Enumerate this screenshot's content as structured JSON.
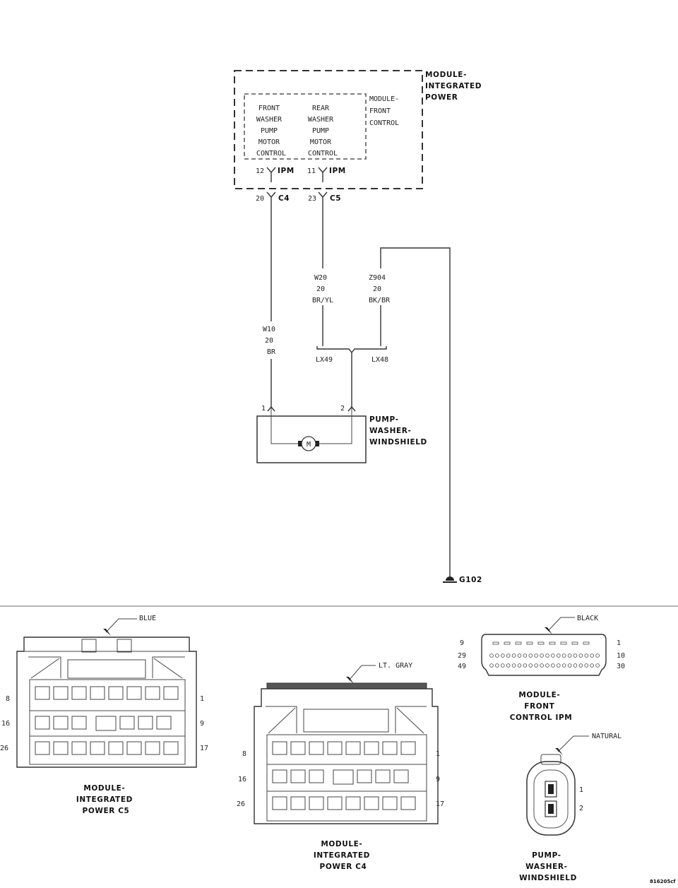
{
  "ipm": {
    "title_lines": [
      "MODULE-",
      "INTEGRATED",
      "POWER"
    ],
    "front_control_lines": [
      "MODULE-",
      "FRONT",
      "CONTROL"
    ],
    "front_washer_lines": [
      "FRONT",
      "WASHER",
      "PUMP",
      "MOTOR",
      "CONTROL"
    ],
    "rear_washer_lines": [
      "REAR",
      "WASHER",
      "PUMP",
      "MOTOR",
      "CONTROL"
    ],
    "pin_front_ipm": "12",
    "pin_rear_ipm": "11",
    "ipm_label": "IPM",
    "pin_c4": "20",
    "c4_label": "C4",
    "pin_c5": "23",
    "c5_label": "C5"
  },
  "wires": {
    "w10": [
      "W10",
      "20",
      "BR"
    ],
    "w20": [
      "W20",
      "20",
      "BR/YL"
    ],
    "z904": [
      "Z904",
      "20",
      "BK/BR"
    ],
    "splice_left": "LX49",
    "splice_right": "LX48"
  },
  "pump": {
    "pin1": "1",
    "pin2": "2",
    "motor_symbol": "M",
    "title_lines": [
      "PUMP-",
      "WASHER-",
      "WINDSHIELD"
    ]
  },
  "ground": {
    "label": "G102"
  },
  "connectors": {
    "c5": {
      "color_label": "BLUE",
      "pin_tl": "8",
      "pin_tr": "1",
      "pin_ml": "16",
      "pin_mr": "9",
      "pin_bl": "26",
      "pin_br": "17",
      "title_lines": [
        "MODULE-",
        "INTEGRATED",
        "POWER C5"
      ]
    },
    "c4": {
      "color_label": "LT. GRAY",
      "pin_tl": "8",
      "pin_tr": "1",
      "pin_ml": "16",
      "pin_mr": "9",
      "pin_bl": "26",
      "pin_br": "17",
      "title_lines": [
        "MODULE-",
        "INTEGRATED",
        "POWER C4"
      ]
    },
    "fcm": {
      "color_label": "BLACK",
      "pin_tl": "9",
      "pin_tr": "1",
      "pin_ml": "29",
      "pin_mr": "10",
      "pin_bl": "49",
      "pin_br": "30",
      "title_lines": [
        "MODULE-",
        "FRONT",
        "CONTROL IPM"
      ]
    },
    "pump": {
      "color_label": "NATURAL",
      "pin_1": "1",
      "pin_2": "2",
      "title_lines": [
        "PUMP-",
        "WASHER-",
        "WINDSHIELD"
      ]
    }
  },
  "figure_id": "816205cf"
}
